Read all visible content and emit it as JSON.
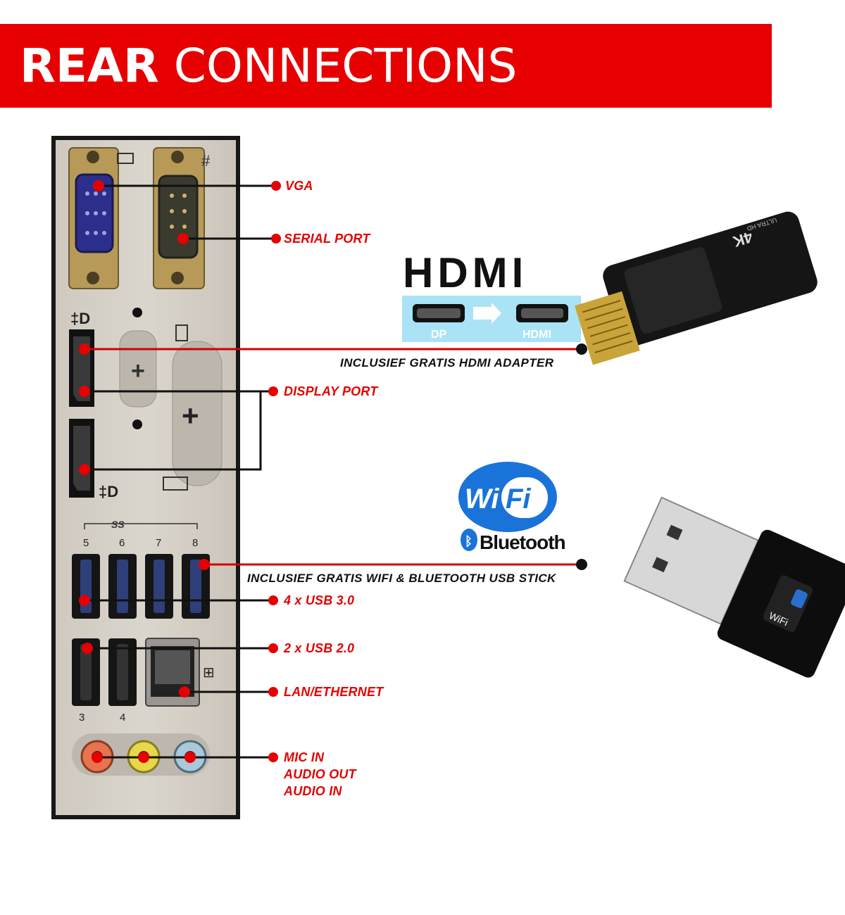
{
  "title": {
    "bold": "REAR",
    "rest": " CONNECTIONS"
  },
  "port_labels": {
    "vga": "VGA",
    "serial": "SERIAL PORT",
    "display_port": "DISPLAY PORT",
    "usb3": "4 x USB 3.0",
    "usb2": "2 x USB 2.0",
    "lan": "LAN/ETHERNET",
    "audio": [
      "MIC IN",
      "AUDIO OUT",
      "AUDIO IN"
    ]
  },
  "hdmi_adapter": {
    "caption": "INCLUSIEF GRATIS HDMI ADAPTER",
    "logo": "HDMI",
    "from": "DP",
    "to": "HDMI",
    "device_text": [
      "4K",
      "ULTRA HD"
    ]
  },
  "wifi_stick": {
    "caption": "INCLUSIEF GRATIS WIFI & BLUETOOTH USB STICK",
    "wifi_logo": [
      "Wi",
      "Fi"
    ],
    "bluetooth_logo": "Bluetooth",
    "device_text": "WiFi"
  },
  "panel_marks": {
    "usb3_header": "SS",
    "usb3_numbers": [
      "5",
      "6",
      "7",
      "8"
    ],
    "usb2_numbers": [
      "3",
      "4"
    ]
  },
  "colors": {
    "banner": "#e70000",
    "label": "#e60000",
    "dot": "#e60000",
    "caption": "#111111",
    "wifi_blue": "#1a73d9"
  }
}
